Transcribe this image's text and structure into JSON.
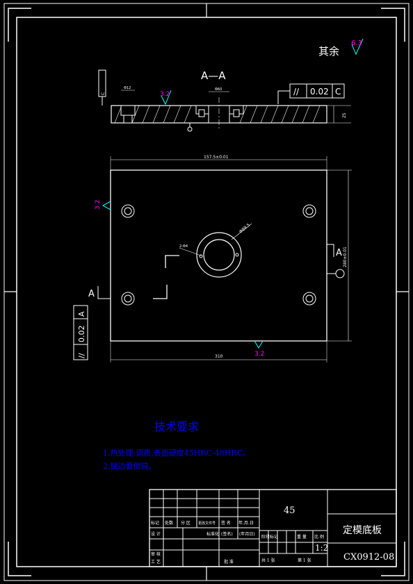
{
  "section_title": "A—A",
  "other_roughness_label": "其余",
  "other_roughness_value": "6.3",
  "top_tolerance": {
    "symbol": "//",
    "value": "0.02",
    "datum": "C"
  },
  "left_tolerance": {
    "symbol": "//",
    "value": "0.02",
    "datum": "A"
  },
  "datum_marks": {
    "a_left": "A",
    "a_right": "A"
  },
  "roughness_values": {
    "section": "3.2",
    "left_face": "3.2",
    "bottom_face": "3.2"
  },
  "dims": {
    "width": "157.5±0.01",
    "bottom_width": "310",
    "height": "280±0.01",
    "hole_dia": "Φ89.5",
    "hole_note": "2-Φ4",
    "section_thk": "25",
    "section_top": "Φ12",
    "section_mid": "Φ60",
    "section_c": "C"
  },
  "tech": {
    "title": "技术要求",
    "line1": "1.热处理:调质,表面硬度45HRC-48HRC。",
    "line2": "2.锐边要倒钝。"
  },
  "title_block": {
    "material": "45",
    "part_name": "定模底板",
    "drawing_no": "CX0912-08",
    "scale": "1:2",
    "sheets": "共 1 张",
    "sheet_no": "第 1 张",
    "headers": [
      "标记",
      "处数",
      "分 区",
      "更改文件号",
      "签 名",
      "年.月.日"
    ],
    "roles": [
      "设 计",
      "审 核",
      "工 艺"
    ],
    "std": "标准化",
    "sign_note": "(签名)",
    "date_note": "(年月日)",
    "approve": "批 准",
    "stage_headers": [
      "阶段标记",
      "重 量",
      "比 例"
    ]
  },
  "colors": {
    "background": "#000000",
    "lines": "#ffffff",
    "title_text": "#0000ff",
    "roughness": "#00ffff",
    "roughness_text": "#ff00ff"
  }
}
